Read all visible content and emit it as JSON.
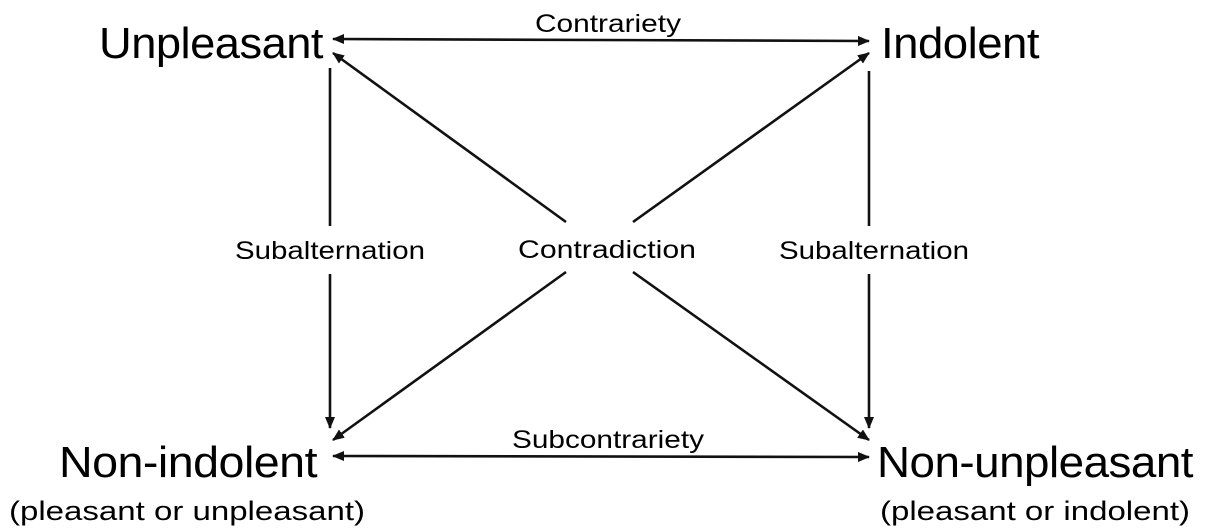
{
  "corners": {
    "top_left": {
      "term": "Unpleasant"
    },
    "top_right": {
      "term": "Indolent"
    },
    "bottom_left": {
      "term": "Non-indolent",
      "gloss": "(pleasant or unpleasant)"
    },
    "bottom_right": {
      "term": "Non-unpleasant",
      "gloss": "(pleasant or indolent)"
    }
  },
  "relations": {
    "top": "Contrariety",
    "bottom": "Subcontrariety",
    "left": "Subalternation",
    "right": "Subalternation",
    "diagonals": "Contradiction"
  },
  "colors": {
    "ink": "#111111",
    "background": "#ffffff"
  }
}
